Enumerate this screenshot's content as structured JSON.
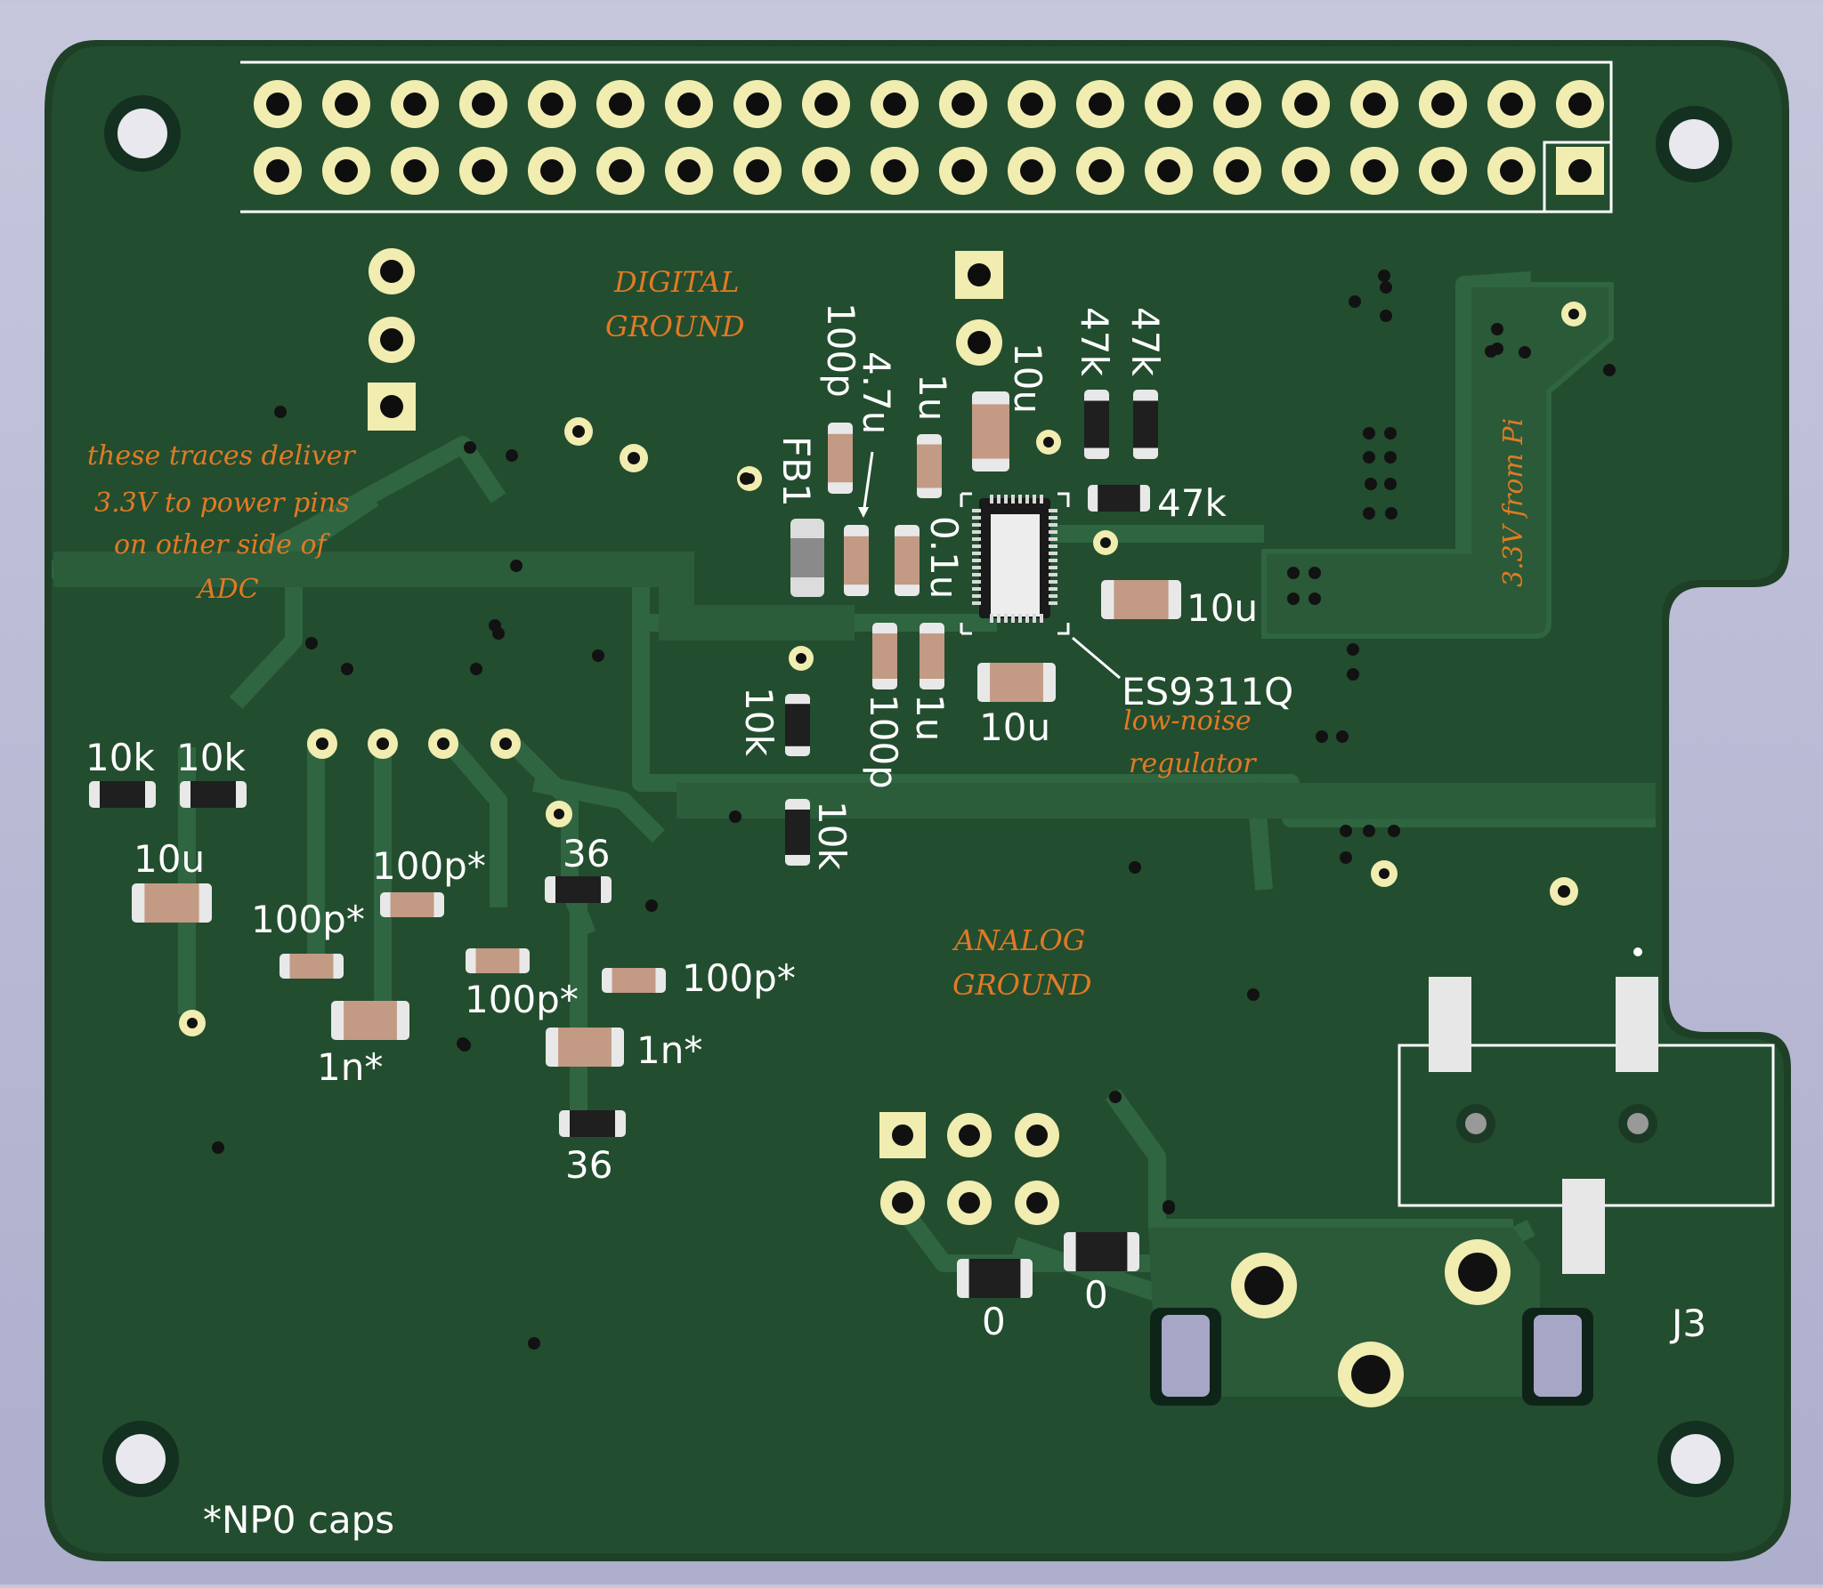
{
  "colors": {
    "background": "#c6c6dd",
    "board": "#234d2f",
    "board_edge": "#1d4027",
    "copper_pour": "#2a5a38",
    "trace": "#2f6540",
    "pad_gold": "#f1ecb0",
    "silkscreen": "#ffffff",
    "annotation": "#e07a24",
    "capacitor_body": "#c39a84",
    "resistor_body": "#1f1f1f"
  },
  "notes": {
    "digital_ground_line1": "DIGITAL",
    "digital_ground_line2": "GROUND",
    "analog_ground_line1": "ANALOG",
    "analog_ground_line2": "GROUND",
    "traces_line1": "these traces deliver",
    "traces_line2": "3.3V to power pins",
    "traces_line3": "on other side of",
    "traces_line4": "ADC",
    "regulator_line1": "low-noise",
    "regulator_line2": "regulator",
    "supply": "3.3V from Pi"
  },
  "silkscreen": {
    "fb1": "FB1",
    "c_100p_a": "100p",
    "c_4_7u": "4.7u",
    "c_1u_a": "1u",
    "c_10u_a": "10u",
    "r_47k_a": "47k",
    "r_47k_b": "47k",
    "r_47k_c": "47k",
    "c_0_1u": "0.1u",
    "c_10u_b": "10u",
    "ic_label": "ES9311Q",
    "c_10u_c": "10u",
    "c_100p_b": "100p",
    "c_1u_b": "1u",
    "r_10k_a": "10k",
    "r_10k_b": "10k",
    "r_10k_left1": "10k",
    "r_10k_left2": "10k",
    "c_10u_left": "10u",
    "c_100p_star_1": "100p*",
    "c_100p_star_2": "100p*",
    "r_36_top": "36",
    "c_100p_star_3": "100p*",
    "c_100p_star_4": "100p*",
    "c_1n_star_1": "1n*",
    "c_1n_star_2": "1n*",
    "r_36_bottom": "36",
    "r_0_a": "0",
    "r_0_b": "0",
    "connector": "J3",
    "footnote": "*NP0 caps"
  }
}
